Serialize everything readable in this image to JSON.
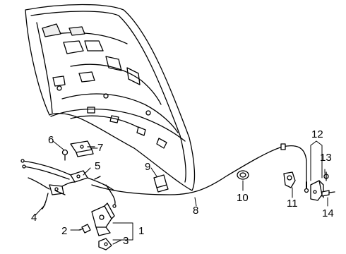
{
  "colors": {
    "ink": "#000000",
    "paper": "#ffffff"
  },
  "callouts": {
    "c1": "1",
    "c2": "2",
    "c3": "3",
    "c4": "4",
    "c5": "5",
    "c6": "6",
    "c7": "7",
    "c8": "8",
    "c9": "9",
    "c10": "10",
    "c11": "11",
    "c12": "12",
    "c13": "13",
    "c14": "14"
  }
}
